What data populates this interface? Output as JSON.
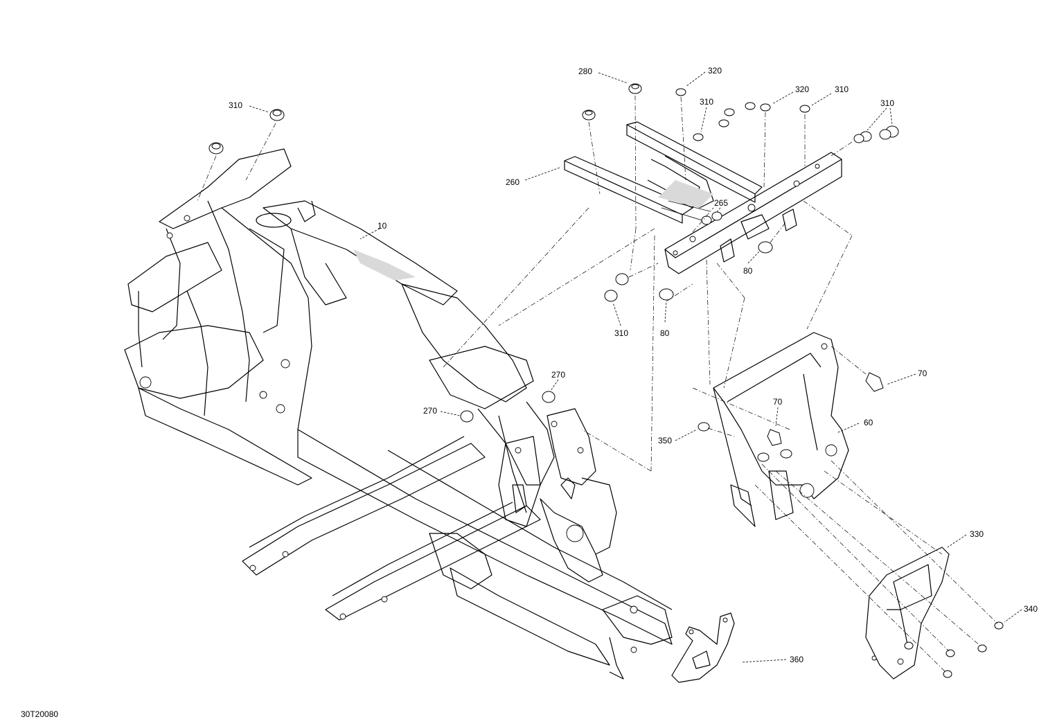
{
  "drawing_code": "30T20080",
  "callouts": [
    {
      "id": "c10",
      "text": "10"
    },
    {
      "id": "c60",
      "text": "60"
    },
    {
      "id": "c70a",
      "text": "70"
    },
    {
      "id": "c70b",
      "text": "70"
    },
    {
      "id": "c80a",
      "text": "80"
    },
    {
      "id": "c80b",
      "text": "80"
    },
    {
      "id": "c260",
      "text": "260"
    },
    {
      "id": "c265",
      "text": "265"
    },
    {
      "id": "c270a",
      "text": "270"
    },
    {
      "id": "c270b",
      "text": "270"
    },
    {
      "id": "c280",
      "text": "280"
    },
    {
      "id": "c310a",
      "text": "310"
    },
    {
      "id": "c310b",
      "text": "310"
    },
    {
      "id": "c310c",
      "text": "310"
    },
    {
      "id": "c310d",
      "text": "310"
    },
    {
      "id": "c310e",
      "text": "310"
    },
    {
      "id": "c320a",
      "text": "320"
    },
    {
      "id": "c320b",
      "text": "320"
    },
    {
      "id": "c330",
      "text": "330"
    },
    {
      "id": "c340",
      "text": "340"
    },
    {
      "id": "c350",
      "text": "350"
    },
    {
      "id": "c360",
      "text": "360"
    }
  ]
}
